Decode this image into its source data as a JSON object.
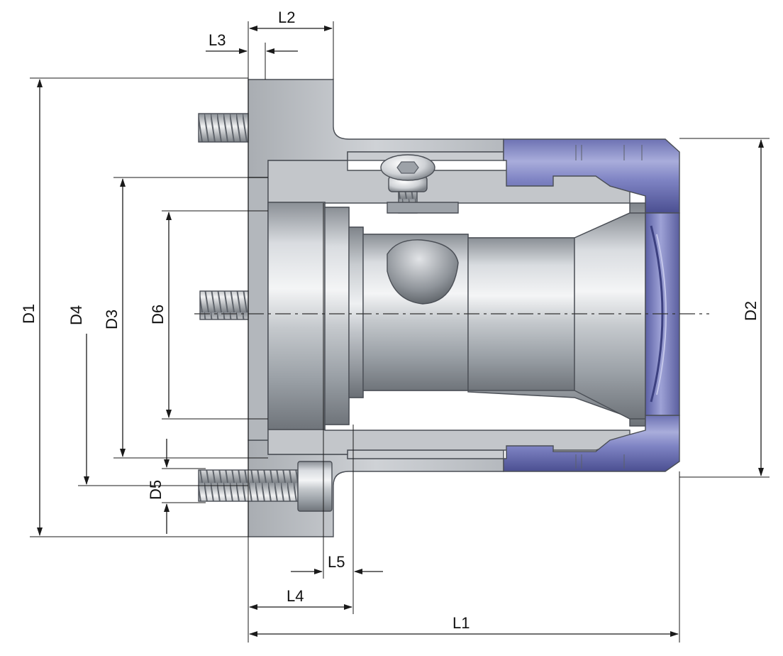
{
  "labels": {
    "L1": "L1",
    "L2": "L2",
    "L3": "L3",
    "L4": "L4",
    "L5": "L5",
    "D1": "D1",
    "D2": "D2",
    "D3": "D3",
    "D4": "D4",
    "D5": "D5",
    "D6": "D6"
  },
  "colors": {
    "steel_light": "#e4e6e9",
    "steel_mid": "#b9bdc2",
    "steel_dark": "#7d8288",
    "nut_light": "#a5a9d6",
    "nut_mid": "#7a7fc0",
    "nut_dark": "#4b4f91",
    "dimension_line": "#1a1a1a"
  }
}
